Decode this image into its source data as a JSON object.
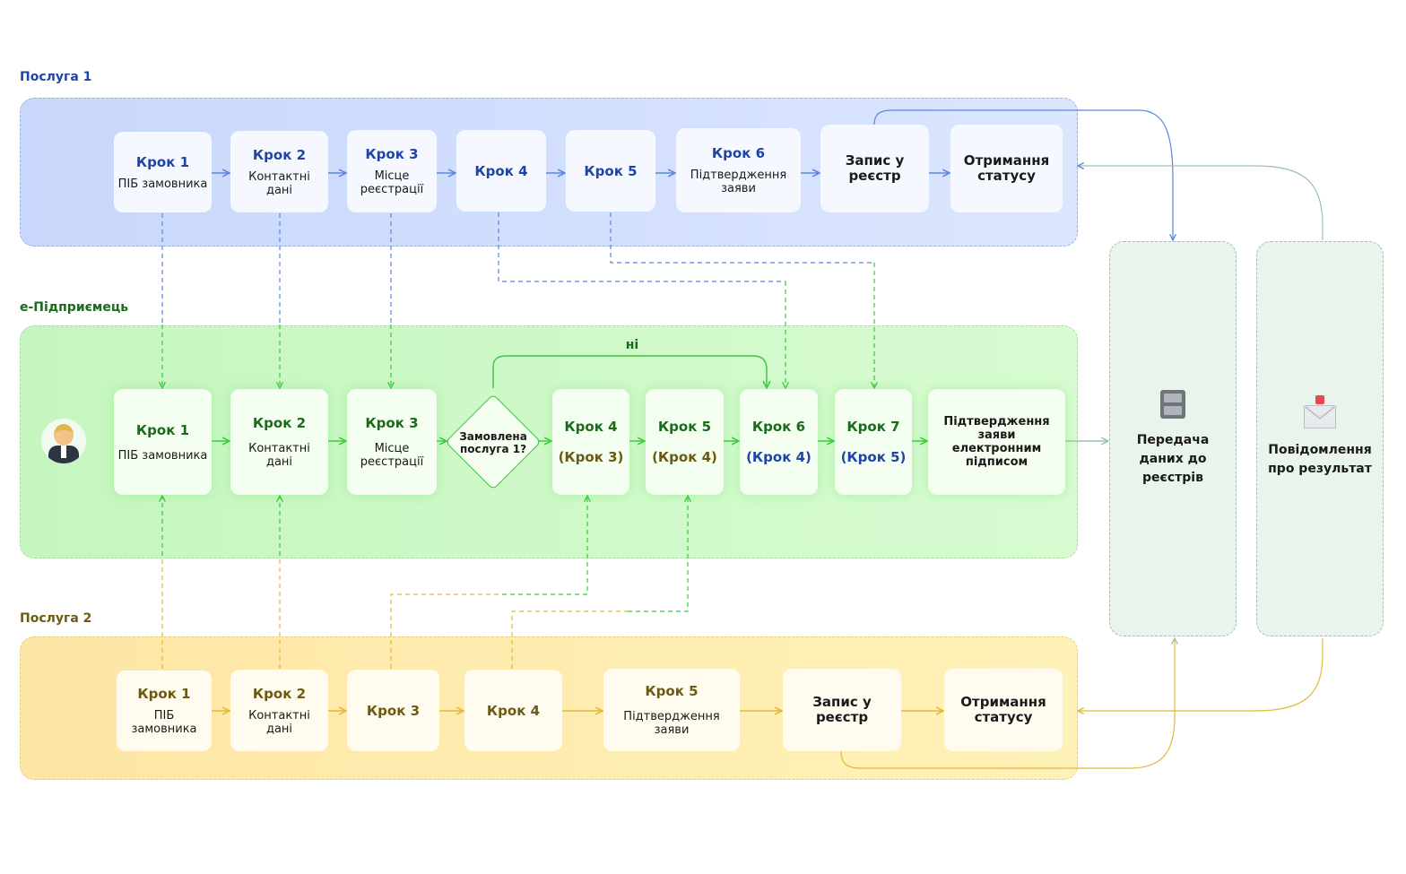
{
  "lanes": {
    "service1": {
      "title": "Послуга 1"
    },
    "eentrepreneur": {
      "title": "е-Підприємець"
    },
    "service2": {
      "title": "Послуга 2"
    }
  },
  "service1_boxes": [
    {
      "step": "Крок 1",
      "desc": "ПІБ замовника"
    },
    {
      "step": "Крок 2",
      "desc": "Контактні дані"
    },
    {
      "step": "Крок 3",
      "desc": "Місце реєстрації"
    },
    {
      "step": "Крок 4",
      "desc": ""
    },
    {
      "step": "Крок 5",
      "desc": ""
    },
    {
      "step": "Крок 6",
      "desc": "Підтвердження заяви"
    },
    {
      "step": "",
      "desc": "Запис у реєстр"
    },
    {
      "step": "",
      "desc": "Отримання статусу"
    }
  ],
  "main_boxes": [
    {
      "step": "Крок 1",
      "desc": "ПІБ замовника"
    },
    {
      "step": "Крок 2",
      "desc": "Контактні дані"
    },
    {
      "step": "Крок 3",
      "desc": "Місце реєстрації"
    },
    {
      "step": "Крок 4",
      "alt": "(Крок 3)"
    },
    {
      "step": "Крок 5",
      "alt": "(Крок 4)"
    },
    {
      "step": "Крок 6",
      "alt": "(Крок 4)"
    },
    {
      "step": "Крок 7",
      "alt": "(Крок 5)"
    },
    {
      "desc": "Підтвердження заяви електронним підписом"
    }
  ],
  "decision": {
    "text": "Замовлена послуга 1?",
    "no_label": "ні"
  },
  "service2_boxes": [
    {
      "step": "Крок 1",
      "desc": "ПІБ замовника"
    },
    {
      "step": "Крок 2",
      "desc": "Контактні дані"
    },
    {
      "step": "Крок 3",
      "desc": ""
    },
    {
      "step": "Крок 4",
      "desc": ""
    },
    {
      "step": "Крок 5",
      "desc": "Підтвердження заяви"
    },
    {
      "step": "",
      "desc": "Запис у реєстр"
    },
    {
      "step": "",
      "desc": "Отримання статусу"
    }
  ],
  "side_panels": {
    "registry": {
      "label": "Передача даних до реєстрів",
      "icon": "file-cabinet-icon"
    },
    "notify": {
      "label": "Повідомлення про результат",
      "icon": "envelope-icon"
    }
  },
  "colors": {
    "blue": "#5b86e0",
    "green": "#3cc53c",
    "yellow": "#e2b838",
    "side": "#9dc3a8"
  }
}
